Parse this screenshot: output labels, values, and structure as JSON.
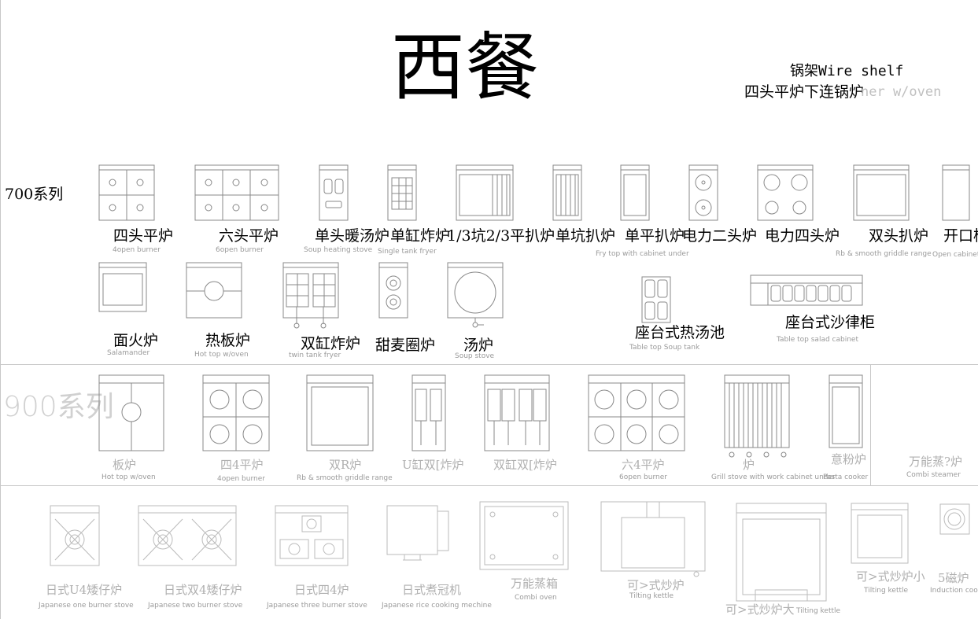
{
  "title": "西餐",
  "header_right": {
    "line1": "锅架Wire shelf",
    "line2_zh": "四头平炉下连锅炉",
    "line2_en": "ner w/oven"
  },
  "series": {
    "s700": "700系列",
    "s900": "900系列"
  },
  "row1": [
    {
      "zh": "四头平炉",
      "en": "4open burner",
      "icon": "four-burner-range-icon"
    },
    {
      "zh": "六头平炉",
      "en": "6open burner",
      "icon": "six-burner-range-icon"
    },
    {
      "zh": "单头暖汤炉",
      "en": "Soup heating stove",
      "icon": "soup-heating-stove-icon"
    },
    {
      "zh": "单缸炸炉",
      "en": "Single tank fryer",
      "icon": "single-tank-fryer-icon"
    },
    {
      "zh": "1/3坑2/3平扒炉",
      "en": "",
      "icon": "half-grooved-griddle-icon"
    },
    {
      "zh": "单坑扒炉",
      "en": "",
      "icon": "grooved-griddle-icon"
    },
    {
      "zh": "单平扒炉",
      "en": "Fry top with cabinet under",
      "icon": "smooth-griddle-icon"
    },
    {
      "zh": "电力二头炉",
      "en": "",
      "icon": "electric-two-hob-icon"
    },
    {
      "zh": "电力四头炉",
      "en": "",
      "icon": "electric-four-hob-icon"
    },
    {
      "zh": "双头扒炉",
      "en": "Rb & smooth griddle range",
      "icon": "double-griddle-icon"
    },
    {
      "zh": "开口柜",
      "en": "Open cabinet",
      "icon": "open-cabinet-icon"
    }
  ],
  "row2": [
    {
      "zh": "面火炉",
      "en": "Salamander",
      "icon": "salamander-icon"
    },
    {
      "zh": "热板炉",
      "en": "Hot top w/oven",
      "icon": "hot-top-icon"
    },
    {
      "zh": "双缸炸炉",
      "en": "twin tank fryer",
      "icon": "twin-tank-fryer-icon"
    },
    {
      "zh": "甜麦圈炉",
      "en": "",
      "icon": "donut-fryer-icon"
    },
    {
      "zh": "汤炉",
      "en": "Soup stove",
      "icon": "soup-stove-icon"
    },
    {
      "zh": "座台式热汤池",
      "en": "Table top Soup tank",
      "icon": "soup-tank-icon"
    },
    {
      "zh": "座台式沙律柜",
      "en": "Table top salad cabinet",
      "icon": "salad-cabinet-icon"
    }
  ],
  "row3": [
    {
      "zh": "板炉",
      "en": "Hot top w/oven",
      "icon": "hot-top-900-icon"
    },
    {
      "zh": "四4平炉",
      "en": "4open burner",
      "icon": "four-burner-900-icon"
    },
    {
      "zh": "双R炉",
      "en": "Rb & smooth griddle range",
      "icon": "griddle-900-icon"
    },
    {
      "zh": "U缸双[炸炉",
      "en": "",
      "icon": "u-tank-fryer-icon"
    },
    {
      "zh": "双缸双[炸炉",
      "en": "",
      "icon": "twin-basket-fryer-icon"
    },
    {
      "zh": "六4平炉",
      "en": "6open burner",
      "icon": "six-burner-900-icon"
    },
    {
      "zh": "炉",
      "en": "Grill stove with work cabinet under",
      "icon": "grill-stove-icon"
    },
    {
      "zh": "意粉炉",
      "en": "Pasta cooker",
      "icon": "pasta-cooker-icon"
    },
    {
      "zh": "万能蒸?炉",
      "en": "Combi steamer",
      "icon": "combi-steamer-icon"
    }
  ],
  "row4": [
    {
      "zh": "日式U4矮仔炉",
      "en": "Japanese one burner stove",
      "icon": "japanese-one-burner-icon"
    },
    {
      "zh": "日式双4矮仔炉",
      "en": "Japanese two burner stove",
      "icon": "japanese-two-burner-icon"
    },
    {
      "zh": "日式四4炉",
      "en": "Japanese three burner stove",
      "icon": "japanese-three-burner-icon"
    },
    {
      "zh": "日式煮冠机",
      "en": "Japanese rice cooking mechine",
      "icon": "rice-cooker-icon"
    },
    {
      "zh": "万能蒸箱",
      "en": "Combi oven",
      "icon": "combi-oven-icon"
    },
    {
      "zh": "可>式炒炉",
      "en": "Tilting kettle",
      "icon": "tilting-kettle-icon"
    },
    {
      "zh": "可>式炒炉大",
      "en": "Tilting kettle",
      "icon": "tilting-kettle-large-icon"
    },
    {
      "zh": "可>式炒炉小",
      "en": "Tilting kettle",
      "icon": "tilting-kettle-small-icon"
    },
    {
      "zh": "5磁炉",
      "en": "Induction cooker",
      "icon": "induction-cooker-icon"
    }
  ]
}
